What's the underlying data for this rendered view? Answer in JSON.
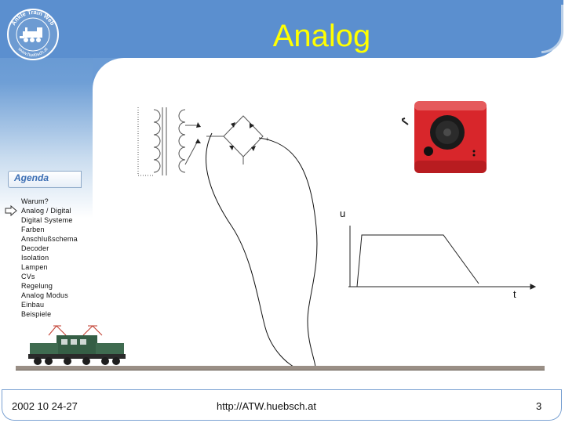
{
  "slide": {
    "title": "Analog",
    "logo_text": "Ankle Train Web www.huebsch.at"
  },
  "agenda": {
    "heading": "Agenda",
    "items": [
      "Warum?",
      "Analog / Digital",
      "Digital Systeme",
      "Farben",
      "Anschlußschema",
      "Decoder",
      "Isolation",
      "Lampen",
      "CVs",
      "Regelung",
      "Analog Modus",
      "Einbau",
      "Beispiele"
    ],
    "current_index": 1
  },
  "graph": {
    "y_label": "u",
    "x_label": "t"
  },
  "footer": {
    "date": "2002 10 24-27",
    "url": "http://ATW.huebsch.at",
    "page": "3"
  },
  "colors": {
    "frame_blue": "#5b8fcf",
    "title_yellow": "#ffff00",
    "controller_red": "#d8262b"
  }
}
